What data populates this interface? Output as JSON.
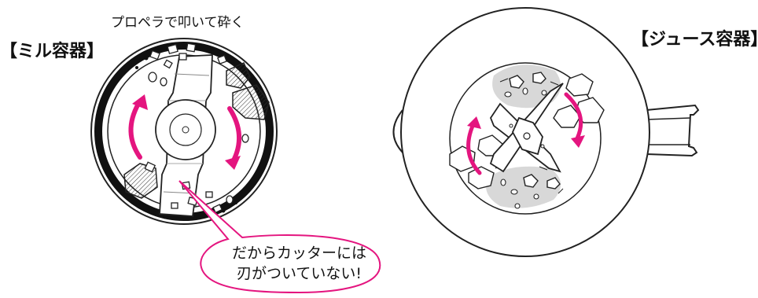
{
  "mill_container": {
    "label": "【ミル容器】",
    "caption": "プロペラで叩いて砕く"
  },
  "juice_container": {
    "label": "【ジュース容器】"
  },
  "speech_bubble": {
    "line1": "だからカッターには",
    "line2": "刃がついていない!"
  },
  "colors": {
    "arrow": "#e4157f",
    "outline": "#222222",
    "shadow": "#d8d8d8",
    "rim": "#111111"
  },
  "icons": [
    "rotation-arrow-icon",
    "ice-cube-icon",
    "propeller-icon",
    "cutter-blade-icon"
  ]
}
